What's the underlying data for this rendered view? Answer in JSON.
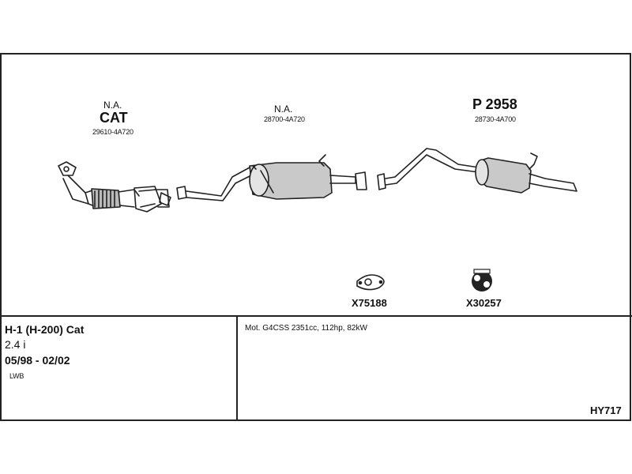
{
  "parts": [
    {
      "status": "N.A.",
      "name": "CAT",
      "number": "29610-4A720"
    },
    {
      "status": "N.A.",
      "number": "28700-4A720"
    },
    {
      "name": "P 2958",
      "number": "28730-4A700"
    }
  ],
  "accessories": [
    {
      "code": "X75188",
      "icon": "gasket-icon"
    },
    {
      "code": "X30257",
      "icon": "rubber-hanger-icon"
    }
  ],
  "vehicle": {
    "model": "H-1 (H-200) Cat",
    "engine": "2.4 i",
    "years": "05/98 - 02/02",
    "variant": "LWB"
  },
  "engine_spec": "Mot. G4CSS 2351cc, 112hp, 82kW",
  "reference_code": "HY717"
}
